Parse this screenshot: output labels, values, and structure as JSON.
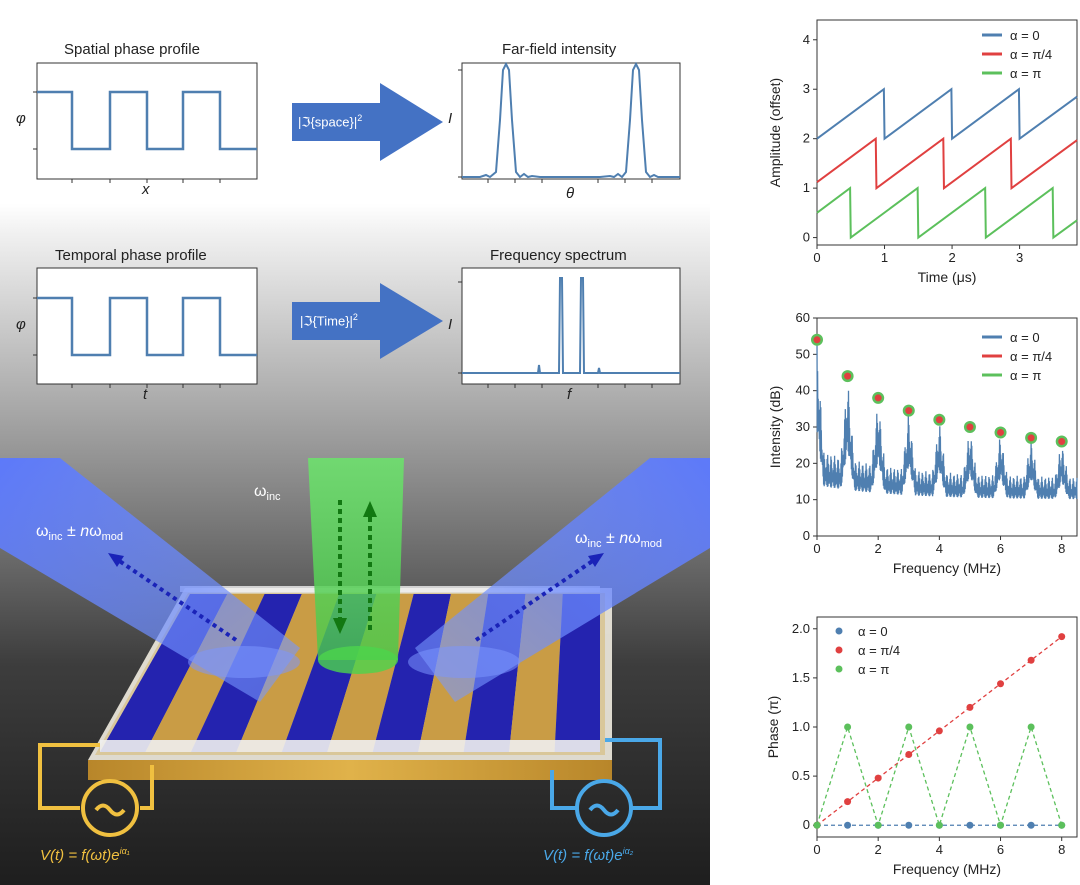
{
  "top_left": {
    "spatial_title": "Spatial phase profile",
    "farfield_title": "Far-field intensity",
    "temporal_title": "Temporal phase profile",
    "spectrum_title": "Frequency spectrum",
    "phi_symbol": "φ",
    "intensity_symbol": "I",
    "x_symbol": "x",
    "theta_symbol": "θ",
    "t_symbol": "t",
    "f_symbol": "f",
    "space_op": "|ℑ{space}|",
    "time_op": "|ℑ{Time}|",
    "op_power": "2"
  },
  "device": {
    "omega_inc": "ω",
    "inc_sub": "inc",
    "plusminus": " ± ",
    "n_symbol": "n",
    "omega_mod": "ω",
    "mod_sub": "mod",
    "voltage_left_main": "V(t) = f(ωt)e",
    "voltage_left_exp": "iα₁",
    "voltage_right_main": "V(t) = f(ωt)e",
    "voltage_right_exp": "iα₂",
    "colors": {
      "gold": "#f0c040",
      "blue": "#4aa8e8"
    }
  },
  "charts": [
    {
      "type": "line",
      "xlabel": "Time (μs)",
      "ylabel": "Amplitude (offset)",
      "xlim": [
        0,
        3.85
      ],
      "ylim": [
        -0.15,
        4.4
      ],
      "xticks": [
        "0",
        "1",
        "2",
        "3"
      ],
      "yticks": [
        "0",
        "1",
        "2",
        "3",
        "4"
      ],
      "legend_position": "top-right",
      "series": [
        {
          "name": "α = 0",
          "color": "#4f7fb0",
          "x": [
            0,
            0.99,
            1.0,
            1.99,
            2.0,
            2.99,
            3.0,
            3.85
          ],
          "y": [
            2.0,
            3.0,
            2.0,
            3.0,
            2.0,
            3.0,
            2.0,
            2.85
          ]
        },
        {
          "name": "α = π/4",
          "color": "#e04040",
          "x": [
            0,
            0.87,
            0.88,
            1.87,
            1.88,
            2.87,
            2.88,
            3.85
          ],
          "y": [
            1.12,
            2.0,
            1.0,
            2.0,
            1.0,
            2.0,
            1.0,
            1.97
          ]
        },
        {
          "name": "α = π",
          "color": "#5cc05c",
          "x": [
            0,
            0.49,
            0.5,
            1.49,
            1.5,
            2.49,
            2.5,
            3.49,
            3.5,
            3.85
          ],
          "y": [
            0.5,
            1.0,
            0.0,
            1.0,
            0.0,
            1.0,
            0.0,
            1.0,
            0.0,
            0.35
          ]
        }
      ]
    },
    {
      "type": "line",
      "xlabel": "Frequency (MHz)",
      "ylabel": "Intensity (dB)",
      "xlim": [
        0,
        8.5
      ],
      "ylim": [
        0,
        60
      ],
      "xticks": [
        "0",
        "2",
        "4",
        "6",
        "8"
      ],
      "yticks": [
        "0",
        "10",
        "20",
        "30",
        "40",
        "50",
        "60"
      ],
      "legend_position": "top-right",
      "series": [
        {
          "name": "α = 0",
          "color": "#4f7fb0"
        },
        {
          "name": "α = π/4",
          "color": "#e04040"
        },
        {
          "name": "α = π",
          "color": "#5cc05c"
        }
      ],
      "peaks_x": [
        0,
        1,
        2,
        3,
        4,
        5,
        6,
        7,
        8
      ],
      "peaks_y": [
        54,
        44,
        38,
        34.5,
        32,
        30,
        28.5,
        27,
        26
      ]
    },
    {
      "type": "scatter",
      "xlabel": "Frequency (MHz)",
      "ylabel": "Phase (π)",
      "xlim": [
        0,
        8.5
      ],
      "ylim": [
        -0.12,
        2.12
      ],
      "xticks": [
        "0",
        "2",
        "4",
        "6",
        "8"
      ],
      "yticks": [
        "0",
        "0.5",
        "1.0",
        "1.5",
        "2.0"
      ],
      "legend_position": "top-left",
      "series": [
        {
          "name": "α = 0",
          "color": "#4f7fb0",
          "x": [
            0,
            1,
            2,
            3,
            4,
            5,
            6,
            7,
            8
          ],
          "y": [
            0,
            0,
            0,
            0,
            0,
            0,
            0,
            0,
            0
          ]
        },
        {
          "name": "α = π/4",
          "color": "#e04040",
          "x": [
            0,
            1,
            2,
            3,
            4,
            5,
            6,
            7,
            8
          ],
          "y": [
            0,
            0.24,
            0.48,
            0.72,
            0.96,
            1.2,
            1.44,
            1.68,
            1.92
          ]
        },
        {
          "name": "α = π",
          "color": "#5cc05c",
          "x": [
            0,
            1,
            2,
            3,
            4,
            5,
            6,
            7,
            8
          ],
          "y": [
            0,
            1,
            0,
            1,
            0,
            1,
            0,
            1,
            0
          ]
        }
      ]
    }
  ]
}
